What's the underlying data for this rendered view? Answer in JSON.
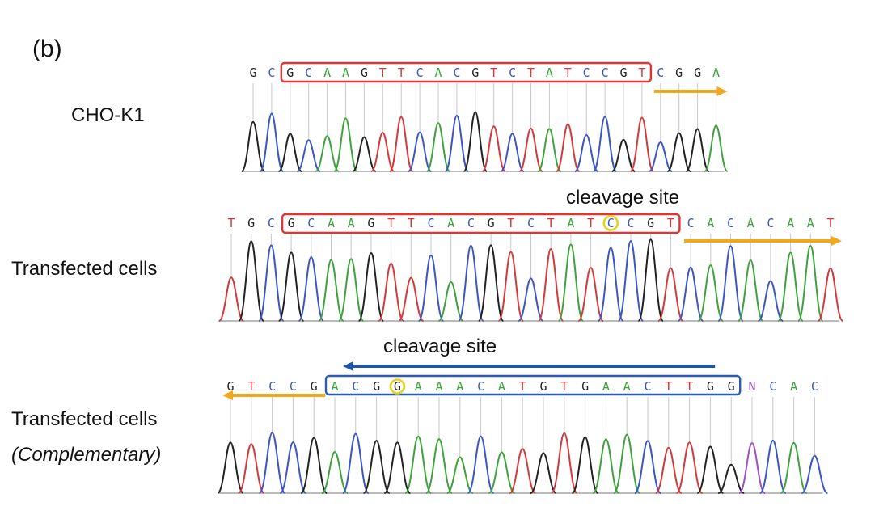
{
  "panel_label": "(b)",
  "colors": {
    "A": "#3ea23c",
    "C": "#3b55c2",
    "G": "#222222",
    "T": "#d23a3a",
    "N": "#a050c0",
    "target_box": "#e13434",
    "comp_box": "#2a5db0",
    "arrow_orange": "#f2a81d",
    "arrow_blue": "#1f56a8",
    "cut_circle": "#e6d21a"
  },
  "tracks": [
    {
      "id": "cho",
      "label": "CHO-K1",
      "bases": "GCGCAAGTTCACGTCTATCCGTCGGA",
      "box_range": [
        2,
        21
      ],
      "box_color": "target_box",
      "cut_index": null,
      "annotation": "",
      "orange_arrow": "right",
      "blue_arrow": null
    },
    {
      "id": "transfected",
      "label": "Transfected cells",
      "bases": "TGCGCAAGTTCACGTCTATCCGTCACACAAT",
      "box_range": [
        3,
        22
      ],
      "box_color": "target_box",
      "cut_index": 19,
      "annotation": "cleavage site",
      "orange_arrow": "right",
      "blue_arrow": null
    },
    {
      "id": "complementary",
      "label": "Transfected cells",
      "label2": "(Complementary)",
      "bases": "GTCCGACGGAAACATGTGAACTTGGNCAC",
      "box_range": [
        5,
        24
      ],
      "box_color": "comp_box",
      "cut_index": 8,
      "annotation": "cleavage site",
      "orange_arrow": "left",
      "blue_arrow": "left"
    }
  ]
}
